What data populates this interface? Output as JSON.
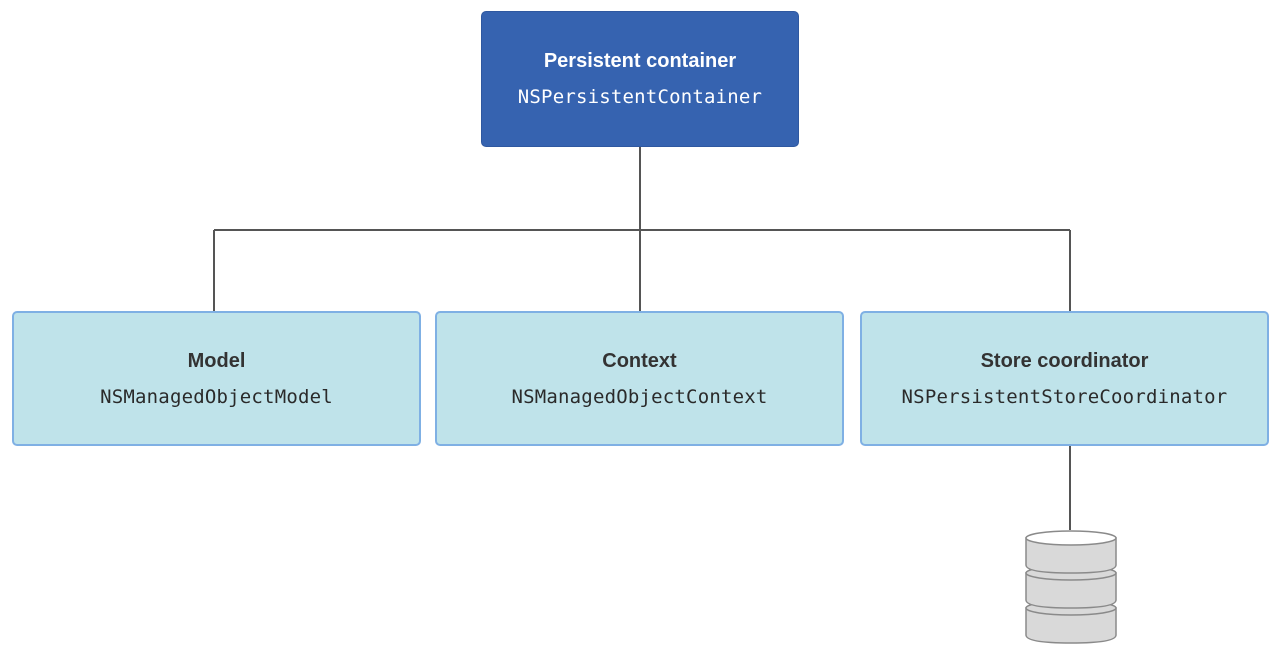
{
  "root": {
    "title": "Persistent container",
    "class_name": "NSPersistentContainer"
  },
  "children": [
    {
      "title": "Model",
      "class_name": "NSManagedObjectModel"
    },
    {
      "title": "Context",
      "class_name": "NSManagedObjectContext"
    },
    {
      "title": "Store coordinator",
      "class_name": "NSPersistentStoreCoordinator"
    }
  ],
  "colors": {
    "root_fill": "#3663b0",
    "child_fill": "#bfe3ea",
    "child_border": "#7fb0e4",
    "connector": "#555555",
    "database_fill": "#d9d9d9"
  },
  "icons": {
    "store": "database-icon"
  }
}
